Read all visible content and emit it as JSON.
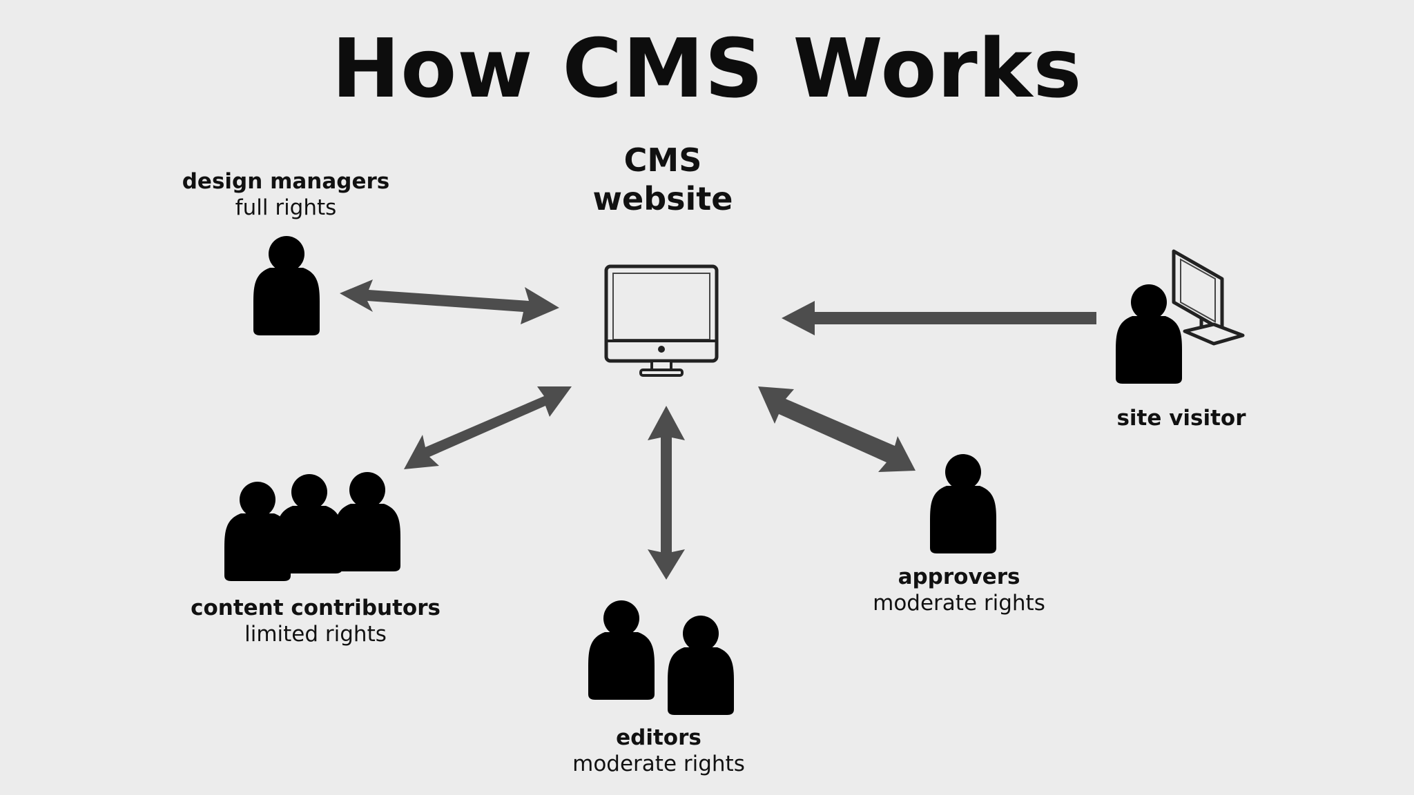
{
  "title": "How CMS Works",
  "center": {
    "line1": "CMS",
    "line2": "website"
  },
  "roles": {
    "design_managers": {
      "name": "design managers",
      "rights": "full rights"
    },
    "content_contributors": {
      "name": "content contributors",
      "rights": "limited rights"
    },
    "editors": {
      "name": "editors",
      "rights": "moderate rights"
    },
    "approvers": {
      "name": "approvers",
      "rights": "moderate rights"
    },
    "site_visitor": {
      "name": "site visitor"
    }
  },
  "colors": {
    "background": "#ececec",
    "arrow": "#4d4d4d",
    "ink": "#111111"
  }
}
